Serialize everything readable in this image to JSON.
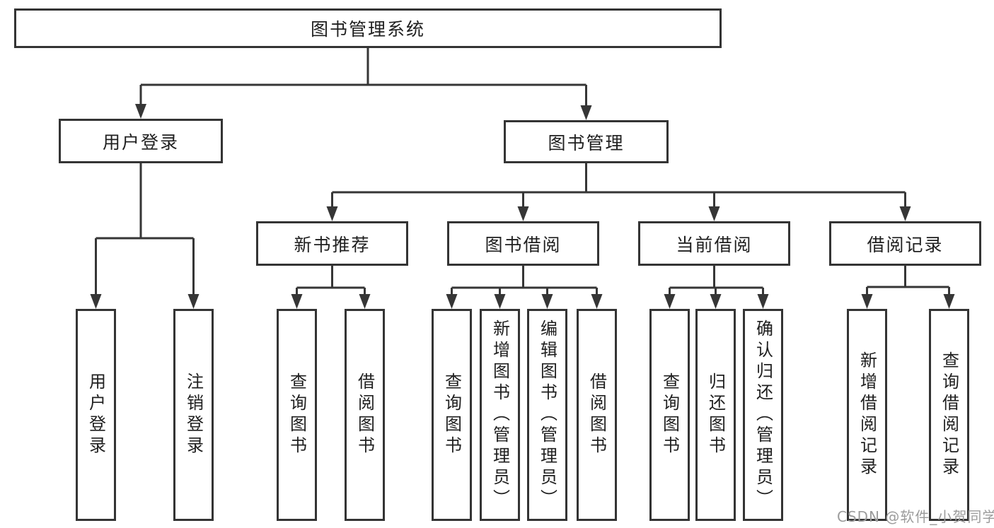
{
  "diagram": {
    "title": "图书管理系统",
    "root": {
      "label": "图书管理系统"
    },
    "level2": [
      {
        "id": "user-login",
        "label": "用户登录"
      },
      {
        "id": "book-management",
        "label": "图书管理"
      }
    ],
    "level3": [
      {
        "id": "new-book-recommend",
        "label": "新书推荐",
        "parent": "book-management"
      },
      {
        "id": "book-borrow",
        "label": "图书借阅",
        "parent": "book-management"
      },
      {
        "id": "current-borrow",
        "label": "当前借阅",
        "parent": "book-management"
      },
      {
        "id": "borrow-record",
        "label": "借阅记录",
        "parent": "book-management"
      }
    ],
    "leaves": [
      {
        "label": "用户登录",
        "parent": "user-login"
      },
      {
        "label": "注销登录",
        "parent": "user-login"
      },
      {
        "label": "查询图书",
        "parent": "new-book-recommend"
      },
      {
        "label": "借阅图书",
        "parent": "new-book-recommend"
      },
      {
        "label": "查询图书",
        "parent": "book-borrow"
      },
      {
        "label": "新增图书（管理员）",
        "parent": "book-borrow"
      },
      {
        "label": "编辑图书（管理员）",
        "parent": "book-borrow"
      },
      {
        "label": "借阅图书",
        "parent": "book-borrow"
      },
      {
        "label": "查询图书",
        "parent": "current-borrow"
      },
      {
        "label": "归还图书",
        "parent": "current-borrow"
      },
      {
        "label": "确认归还（管理员）",
        "parent": "current-borrow"
      },
      {
        "label": "新增借阅记录",
        "parent": "borrow-record"
      },
      {
        "label": "查询借阅记录",
        "parent": "borrow-record"
      }
    ]
  },
  "watermark": {
    "text": "CSDN @软件_小贺同学",
    "color": "#9c9c9c"
  },
  "colors": {
    "background": "#ffffff",
    "box_border": "#343434",
    "connector_line": "#363636",
    "text": "#1f1f1f"
  }
}
